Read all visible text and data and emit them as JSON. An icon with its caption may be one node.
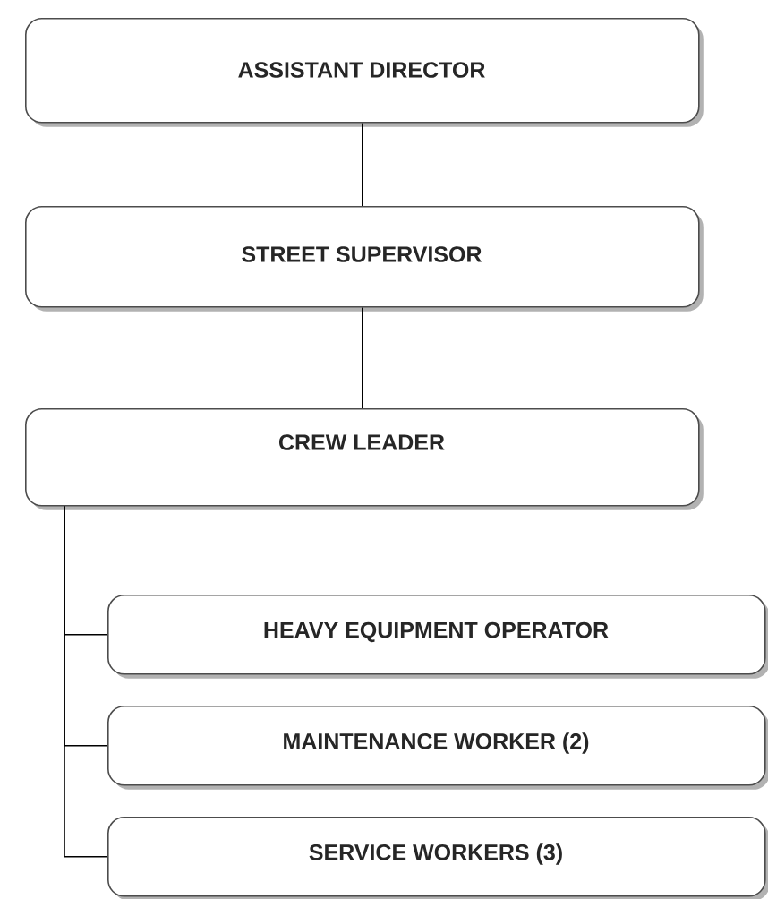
{
  "diagram": {
    "nodes": [
      {
        "text": [
          "ASSISTANT DIRECTOR"
        ]
      },
      {
        "text": [
          "STREET SUPERVISOR"
        ]
      },
      {
        "text": [
          "CREW LEADER"
        ]
      },
      {
        "text": [
          "HEAVY EQUIPMENT OPERATOR"
        ]
      },
      {
        "text": [
          "MAINTENANCE WORKER (2)"
        ]
      },
      {
        "text": [
          "SERVICE WORKERS (3)"
        ]
      }
    ],
    "edges": [
      {
        "from": 0,
        "to": 1,
        "arrow": "none"
      },
      {
        "from": 1,
        "to": 2,
        "arrow": "none"
      },
      {
        "from": 2,
        "to": 3,
        "arrow": "none"
      },
      {
        "from": 2,
        "to": 4,
        "arrow": "none"
      },
      {
        "from": 2,
        "to": 5,
        "arrow": "none"
      }
    ]
  }
}
